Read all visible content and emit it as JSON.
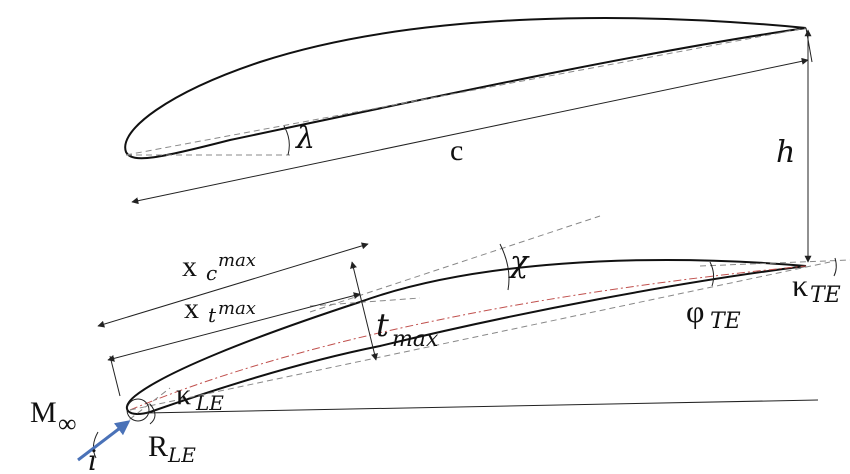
{
  "labels": {
    "stagger": "λ",
    "chord": "c",
    "pitch": "h",
    "x_cmax_main": "x",
    "x_cmax_sub": "c",
    "x_cmax_subsub": "max",
    "x_tmax_main": "x",
    "x_tmax_sub": "t",
    "x_tmax_subsub": "max",
    "chi": "χ",
    "t_main": "t",
    "t_sub": "max",
    "phi_main": "φ",
    "phi_sub": "TE",
    "kappa_te_main": "κ",
    "kappa_te_sub": "TE",
    "kappa_le_main": "κ",
    "kappa_le_sub": "LE",
    "mach_main": "M",
    "mach_sub": "∞",
    "r_le_main": "R",
    "r_le_sub": "LE",
    "incidence": "i"
  },
  "colors": {
    "outline": "#111111",
    "camber_line": "#c0504d",
    "inflow_arrow": "#4a72b8"
  }
}
